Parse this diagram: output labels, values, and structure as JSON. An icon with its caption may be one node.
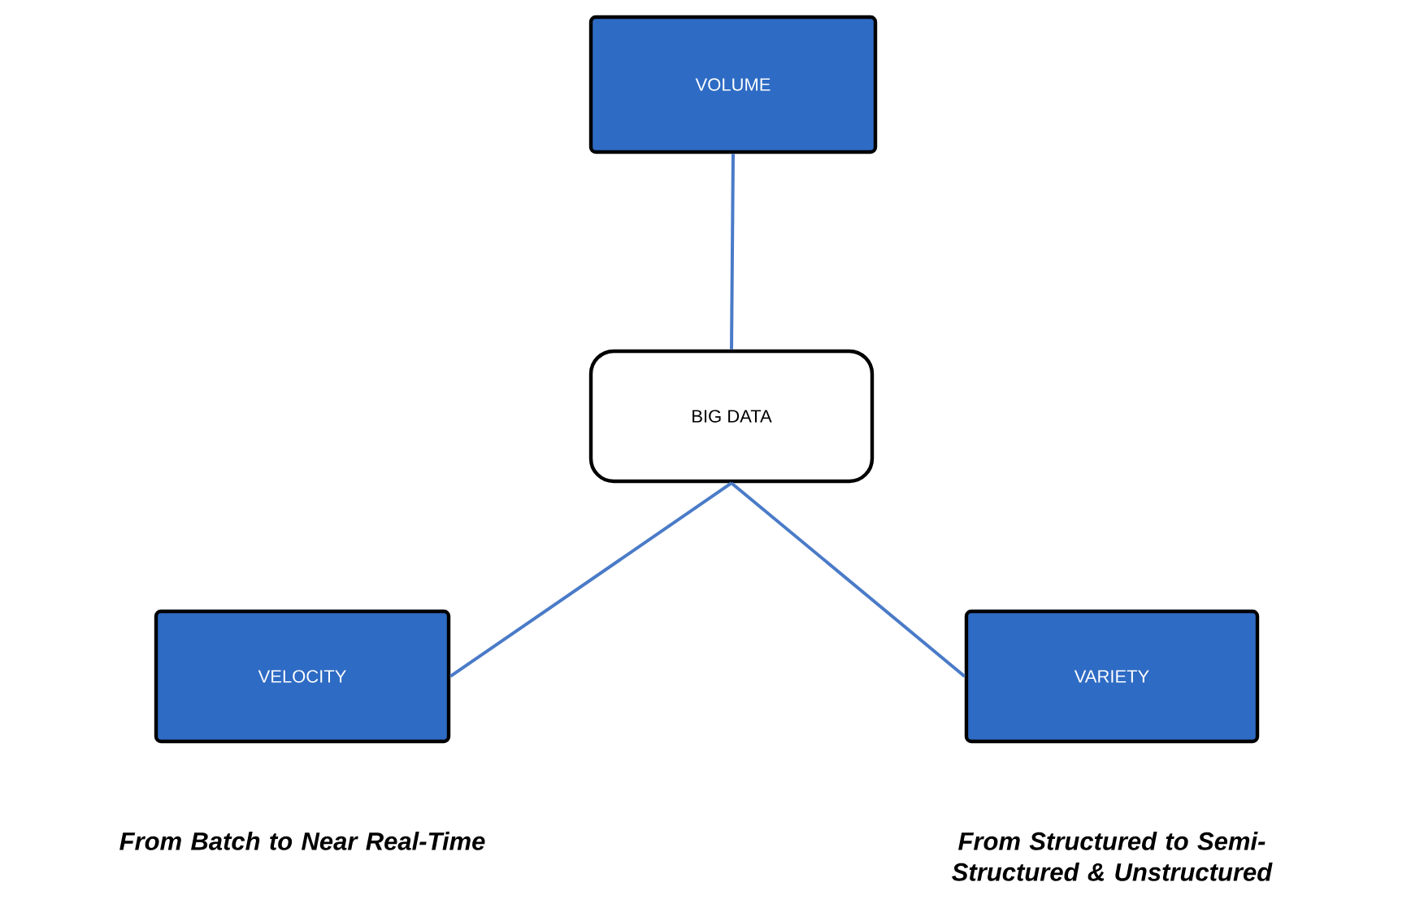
{
  "diagram": {
    "nodes": [
      {
        "text": [
          "VOLUME"
        ]
      },
      {
        "text": [
          "BIG DATA"
        ]
      },
      {
        "text": [
          "VELOCITY"
        ],
        "beside": [
          "From Batch to Near Real-Time"
        ]
      },
      {
        "text": [
          "VARIETY"
        ],
        "beside": [
          "From Structured to Semi-Structured & Unstructured"
        ]
      }
    ],
    "edges": [
      {
        "from": 0,
        "to": 1,
        "arrow": "none"
      },
      {
        "from": 1,
        "to": 2,
        "arrow": "none"
      },
      {
        "from": 1,
        "to": 3,
        "arrow": "none"
      }
    ]
  }
}
